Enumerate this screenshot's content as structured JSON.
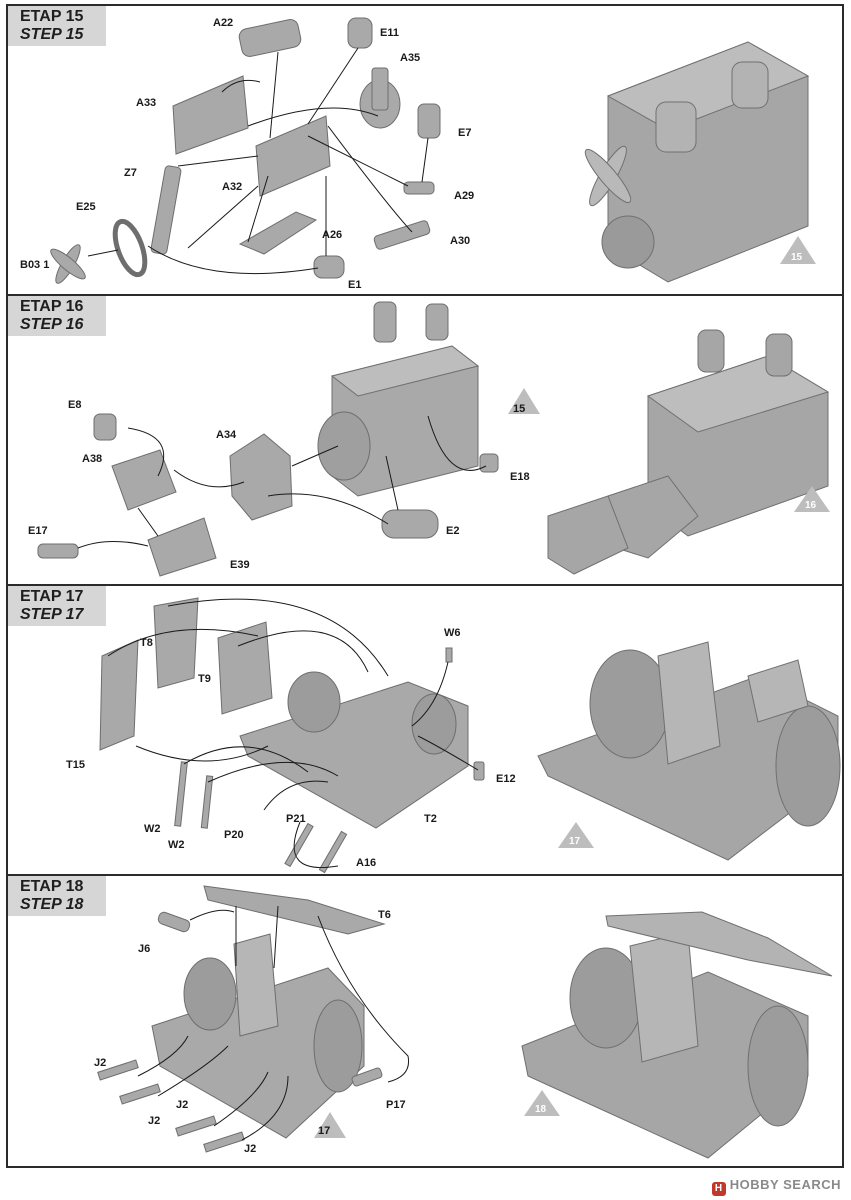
{
  "steps": [
    {
      "etap": "ETAP 15",
      "step": "STEP 15",
      "badge": "15",
      "labels": [
        "A22",
        "E11",
        "A35",
        "A33",
        "E7",
        "Z7",
        "A32",
        "A29",
        "E25",
        "A26",
        "A30",
        "B03 1",
        "E1"
      ]
    },
    {
      "etap": "ETAP 16",
      "step": "STEP 16",
      "badge_in": "15",
      "badge": "16",
      "labels": [
        "E8",
        "A34",
        "A38",
        "E18",
        "E17",
        "E39",
        "E2"
      ]
    },
    {
      "etap": "ETAP 17",
      "step": "STEP 17",
      "badge": "17",
      "labels": [
        "W6",
        "T8",
        "T9",
        "T15",
        "E12",
        "W2",
        "T2",
        "W2",
        "P20",
        "P21",
        "A16"
      ]
    },
    {
      "etap": "ETAP 18",
      "step": "STEP 18",
      "badge_in": "17",
      "badge": "18",
      "labels": [
        "T6",
        "J6",
        "J2",
        "J2",
        "J2",
        "P17",
        "J2"
      ]
    }
  ],
  "watermark": {
    "logo": "H",
    "text": "HOBBY SEARCH"
  }
}
